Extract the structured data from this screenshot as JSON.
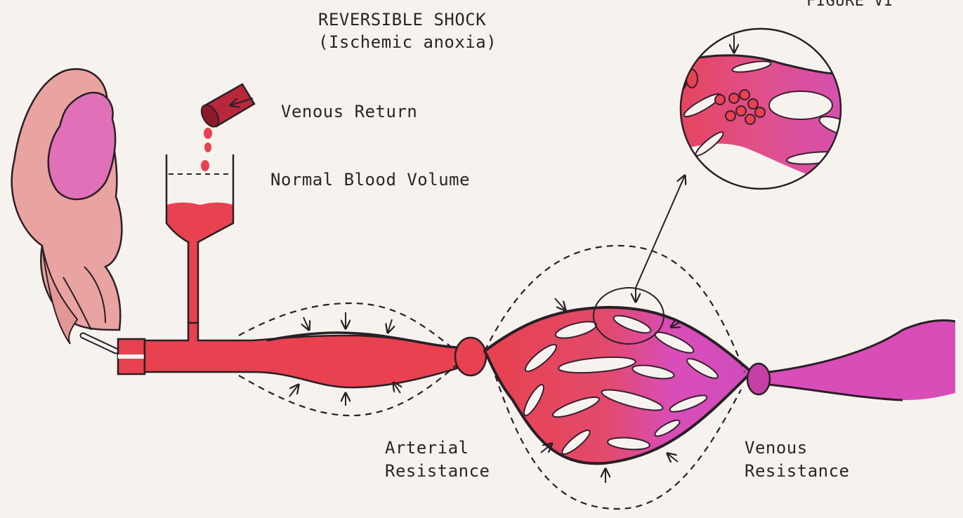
{
  "figure_label": "FIGURE VI",
  "title": {
    "line1": "REVERSIBLE SHOCK",
    "line2": "(Ischemic anoxia)"
  },
  "labels": {
    "venous_return": "Venous Return",
    "normal_blood_volume": "Normal Blood Volume",
    "arterial_resistance_line1": "Arterial",
    "arterial_resistance_line2": "Resistance",
    "venous_resistance_line1": "Venous",
    "venous_resistance_line2": "Resistance"
  },
  "colors": {
    "arterial_blood": "#e8414f",
    "venous_blood": "#d94db8",
    "heart_pink": "#e9a3a0",
    "heart_magenta": "#e070b8",
    "outline": "#2a1f26"
  }
}
